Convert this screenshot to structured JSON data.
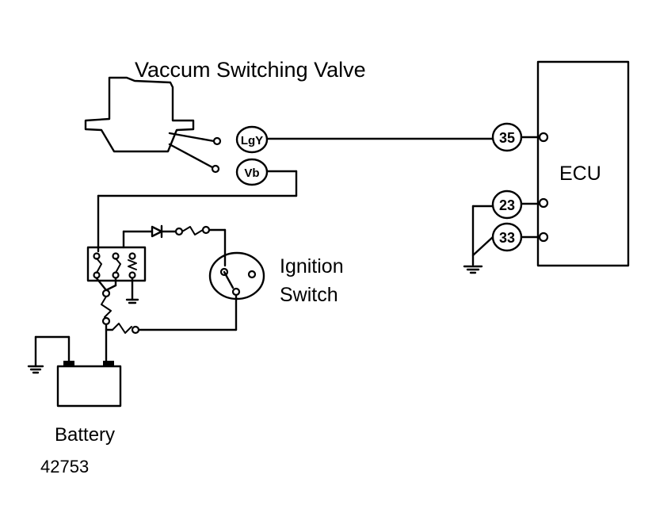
{
  "labels": {
    "vsv": "Vaccum Switching Valve",
    "ecu": "ECU",
    "ignition_line1": "Ignition",
    "ignition_line2": "Switch",
    "battery": "Battery",
    "figure_number": "42753"
  },
  "terminals": {
    "lgy": "LgY",
    "vb": "Vb",
    "t35": "35",
    "t23": "23",
    "t33": "33"
  }
}
